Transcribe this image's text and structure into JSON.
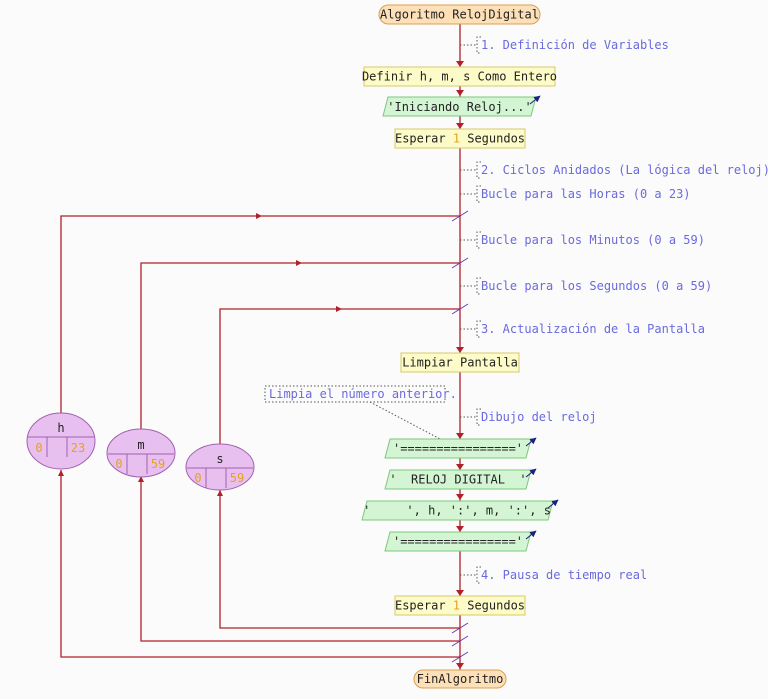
{
  "title": "Algoritmo RelojDigital",
  "end": "FinAlgoritmo",
  "comments": {
    "c1": "1. Definición de Variables",
    "c2": "2. Ciclos Anidados (La lógica del reloj)",
    "c_horas": "Bucle para las Horas (0 a 23)",
    "c_min": "Bucle para los Minutos (0 a 59)",
    "c_seg": "Bucle para los Segundos (0 a 59)",
    "c3": "3. Actualización de la Pantalla",
    "c_dibujo": "Dibujo del reloj",
    "c_limpia": "Limpia el número anterior.",
    "c4": "4. Pausa de tiempo real"
  },
  "blocks": {
    "definir": "Definir h, m, s Como Entero",
    "iniciando": "'Iniciando Reloj...'",
    "esperar1_pre": "Esperar ",
    "esperar1_num": "1",
    "esperar1_post": " Segundos",
    "limpiar": "Limpiar Pantalla",
    "out1": "'================'",
    "out2": "'  RELOJ DIGITAL  '",
    "out3": "'     ', h, ':', m, ':', s",
    "out4": "'================'",
    "esperar2_pre": "Esperar ",
    "esperar2_num": "1",
    "esperar2_post": " Segundos"
  },
  "loops": [
    {
      "var": "h",
      "from": "0",
      "to": "23"
    },
    {
      "var": "m",
      "from": "0",
      "to": "59"
    },
    {
      "var": "s",
      "from": "0",
      "to": "59"
    }
  ],
  "colors": {
    "line": "#b0202a",
    "terminal_fill": "#fde0b8",
    "terminal_stroke": "#d9a050",
    "process_fill": "#fdfbc8",
    "process_stroke": "#d8c868",
    "io_fill": "#d4f5d4",
    "io_stroke": "#7cc87c",
    "loop_fill": "#e8c0ef",
    "loop_stroke": "#a060b0",
    "comment": "#6a6adf",
    "arrow_io": "#1a237e"
  }
}
